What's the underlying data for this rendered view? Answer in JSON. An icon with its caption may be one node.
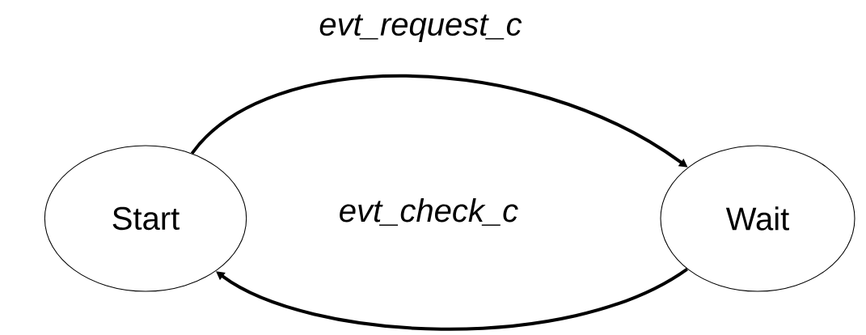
{
  "diagram": {
    "nodes": [
      {
        "text": [
          "Start"
        ]
      },
      {
        "text": [
          "Wait"
        ]
      }
    ],
    "edges": [
      {
        "from": 0,
        "to": 1,
        "arrow": "to",
        "label": "evt_request_c"
      },
      {
        "from": 1,
        "to": 0,
        "arrow": "to",
        "label": "evt_check_c"
      }
    ]
  }
}
